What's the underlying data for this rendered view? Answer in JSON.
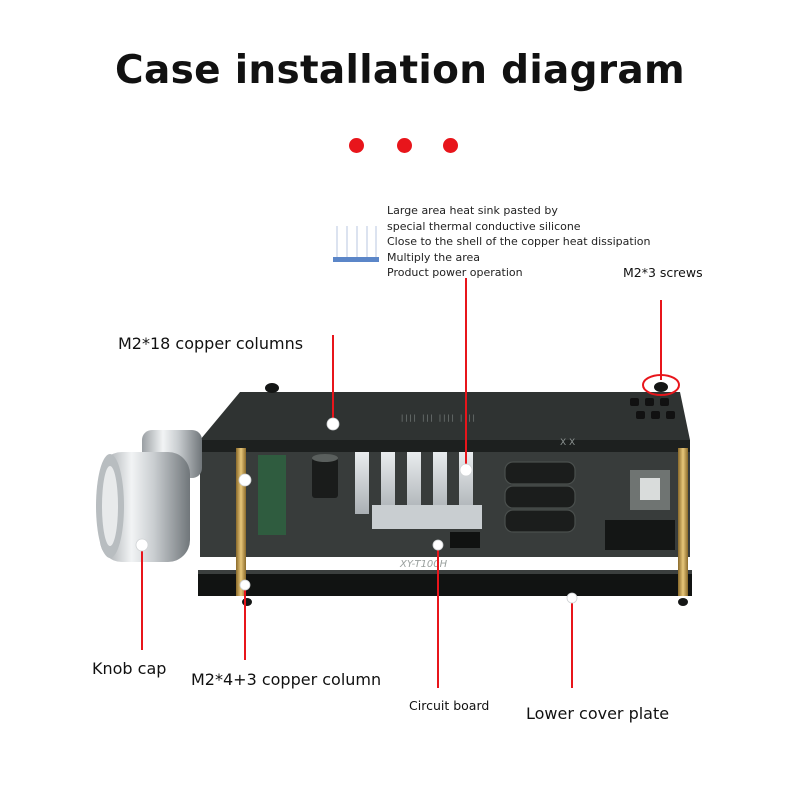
{
  "title": "Case installation diagram",
  "colors": {
    "accent": "#e8151b",
    "text": "#111111",
    "board": "#2c2f2e"
  },
  "note_lines": [
    "Large area heat sink pasted by",
    "special thermal conductive silicone",
    "Close to the shell of the copper heat dissipation",
    "Multiply the area",
    "Product power operation"
  ],
  "labels": {
    "m2x3_screws": "M2*3 screws",
    "m2x18_columns": "M2*18 copper columns",
    "knob_cap": "Knob cap",
    "m2x4_3_column": "M2*4+3 copper column",
    "circuit_board": "Circuit board",
    "lower_cover_plate": "Lower cover plate"
  },
  "board_silk": "XY-T100H"
}
